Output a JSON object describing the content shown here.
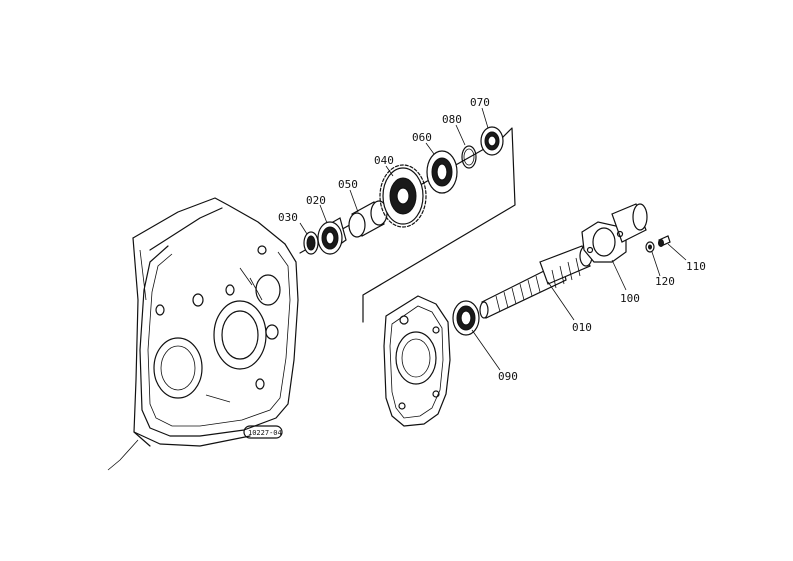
{
  "parts": [
    {
      "id": "p010",
      "label": "010"
    },
    {
      "id": "p020",
      "label": "020"
    },
    {
      "id": "p030",
      "label": "030"
    },
    {
      "id": "p040",
      "label": "040"
    },
    {
      "id": "p050",
      "label": "050"
    },
    {
      "id": "p060",
      "label": "060"
    },
    {
      "id": "p070",
      "label": "070"
    },
    {
      "id": "p080",
      "label": "080"
    },
    {
      "id": "p090",
      "label": "090"
    },
    {
      "id": "p100",
      "label": "100"
    },
    {
      "id": "p110",
      "label": "110"
    },
    {
      "id": "p120",
      "label": "120"
    }
  ],
  "diagram_code": "10227-04"
}
